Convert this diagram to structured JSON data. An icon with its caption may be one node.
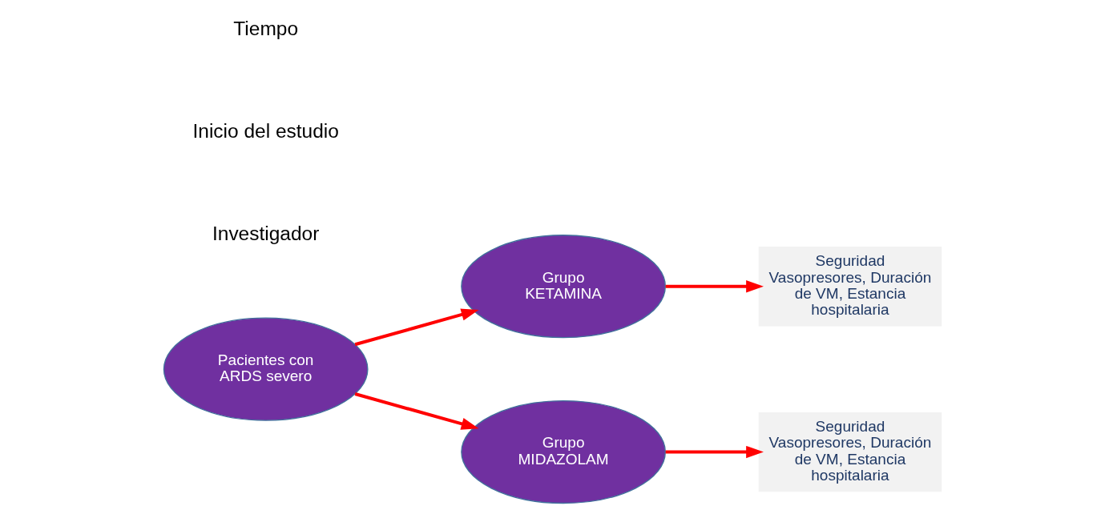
{
  "diagram": {
    "nodes": [
      {
        "text": [
          "Pacientes con ARDS severo"
        ]
      },
      {
        "text": [
          "Grupo KETAMINA"
        ]
      },
      {
        "text": [
          "Grupo MIDAZOLAM"
        ]
      },
      {
        "text": [
          "Seguridad Vasopresores, Duración de VM, Estancia hospitalaria"
        ]
      },
      {
        "text": [
          "Seguridad Vasopresores, Duración de VM, Estancia hospitalaria"
        ]
      }
    ],
    "edges": [
      {
        "from": 0,
        "to": 1,
        "arrow": "to"
      },
      {
        "from": 0,
        "to": 2,
        "arrow": "to"
      },
      {
        "from": 1,
        "to": 3,
        "arrow": "to"
      },
      {
        "from": 2,
        "to": 4,
        "arrow": "to"
      }
    ],
    "labels": [
      "Investigador",
      "Inicio del estudio",
      "Tiempo"
    ]
  }
}
